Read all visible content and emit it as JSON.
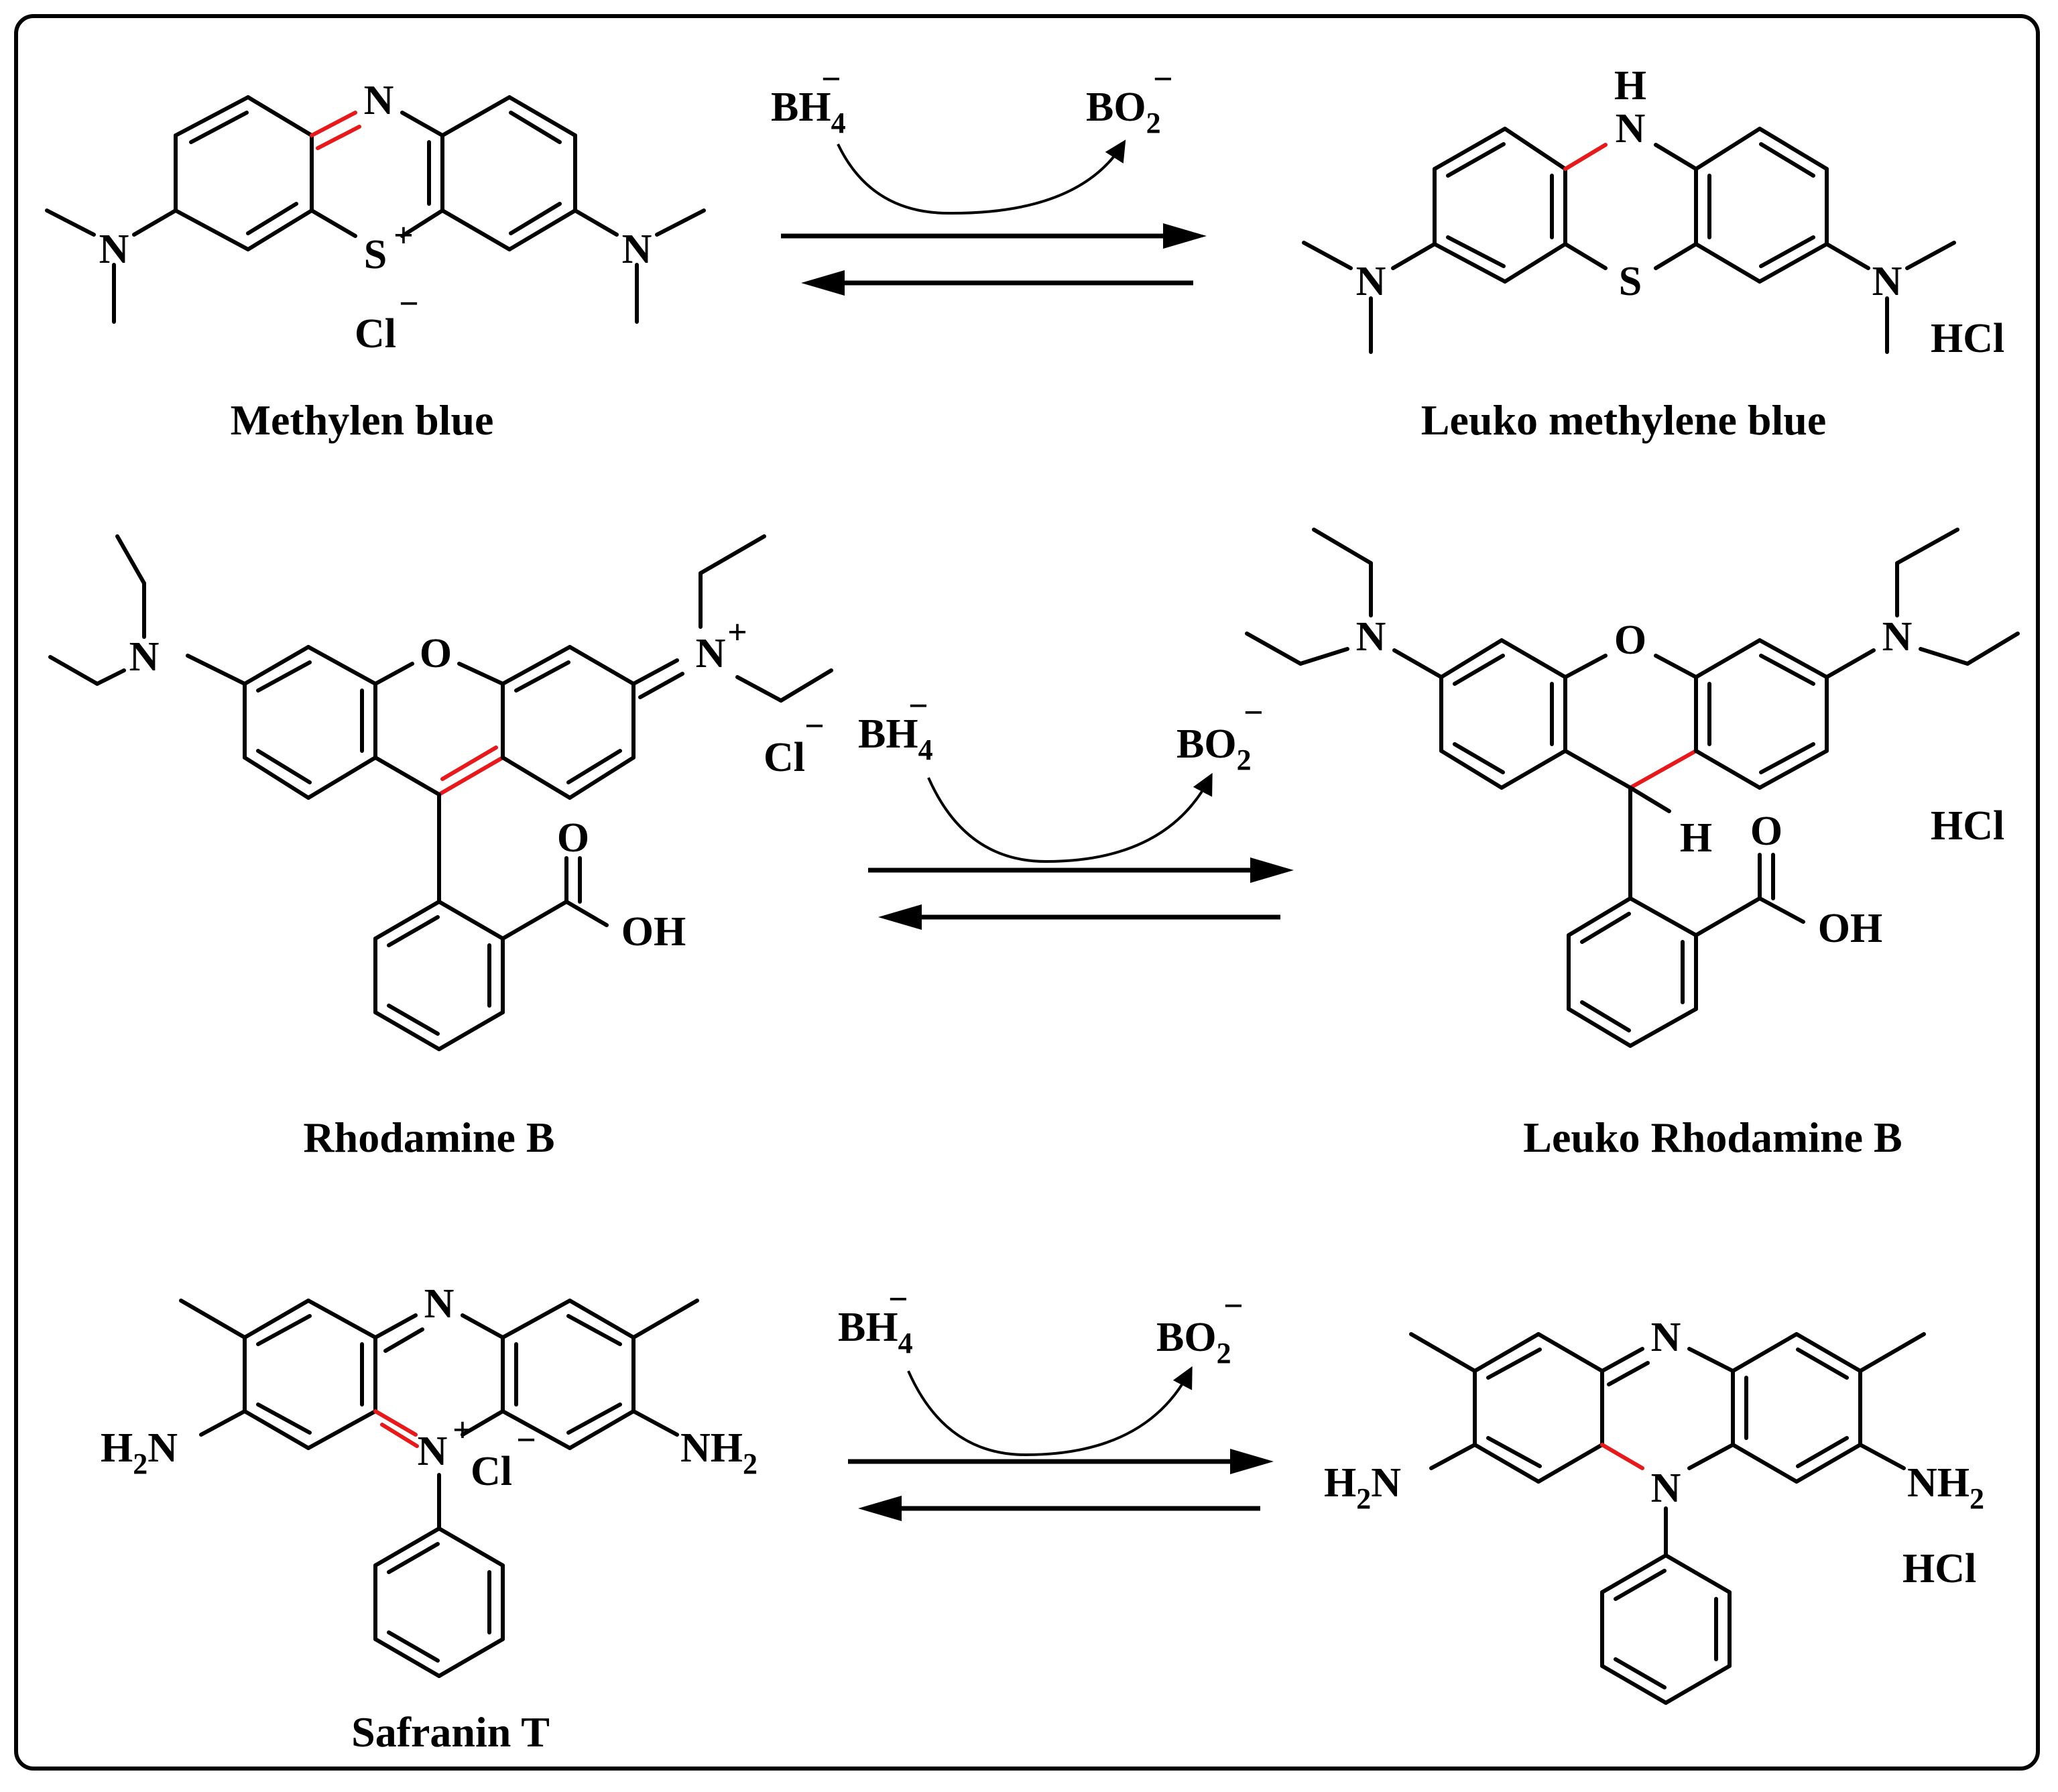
{
  "reactions": [
    {
      "reactant": "Methylen blue",
      "product": "Leuko methylene blue",
      "reagent": "BH",
      "reagent_sub": "4",
      "byproduct": "BO",
      "byproduct_sub": "2",
      "minus": "−"
    },
    {
      "reactant": "Rhodamine B",
      "product": "Leuko Rhodamine B",
      "reagent": "BH",
      "reagent_sub": "4",
      "byproduct": "BO",
      "byproduct_sub": "2",
      "minus": "−"
    },
    {
      "reactant": "Safranin T",
      "product": "",
      "reagent": "BH",
      "reagent_sub": "4",
      "byproduct": "BO",
      "byproduct_sub": "2",
      "minus": "−"
    }
  ],
  "atoms": {
    "N": "N",
    "S": "S",
    "O": "O",
    "H": "H",
    "OH": "OH",
    "Cl": "Cl",
    "HCl": "HCl",
    "H2": "H",
    "NH": "NH",
    "two": "2",
    "plus": "+",
    "minus": "−"
  },
  "colors": {
    "changed_bond": "#e8191b",
    "border": "#000000"
  }
}
